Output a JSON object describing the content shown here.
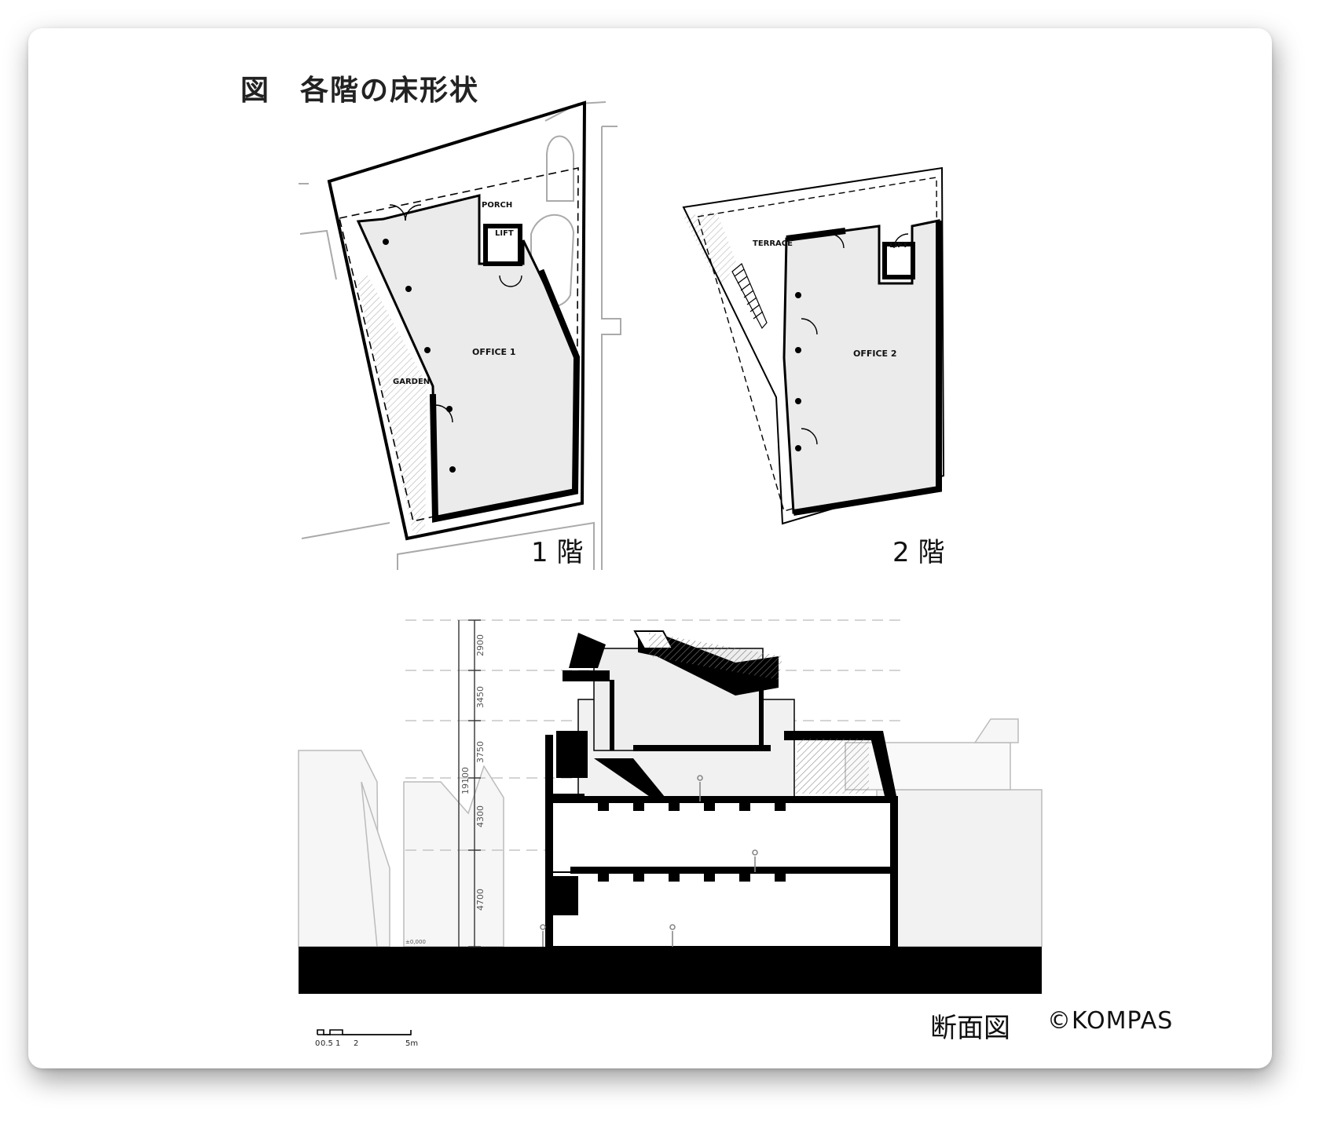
{
  "figure": {
    "title": "図　各階の床形状",
    "floor_labels": {
      "first": "1 階",
      "second": "2 階"
    },
    "section_label": "断面図",
    "credit": "©KOMPAS"
  },
  "plan1": {
    "rooms": {
      "porch": "PORCH",
      "lift": "LIFT",
      "office": "OFFICE 1",
      "garden": "GARDEN"
    }
  },
  "plan2": {
    "rooms": {
      "terrace": "TERRACE",
      "lift": "LIFT",
      "office": "OFFICE 2"
    }
  },
  "section": {
    "dimensions": [
      "2900",
      "3450",
      "3750",
      "4300",
      "4700"
    ],
    "total_height": "19100",
    "ground_level": "±0,000"
  },
  "scale_bar": {
    "ticks": [
      "0",
      "0.5",
      "1",
      "2",
      "5m"
    ]
  }
}
